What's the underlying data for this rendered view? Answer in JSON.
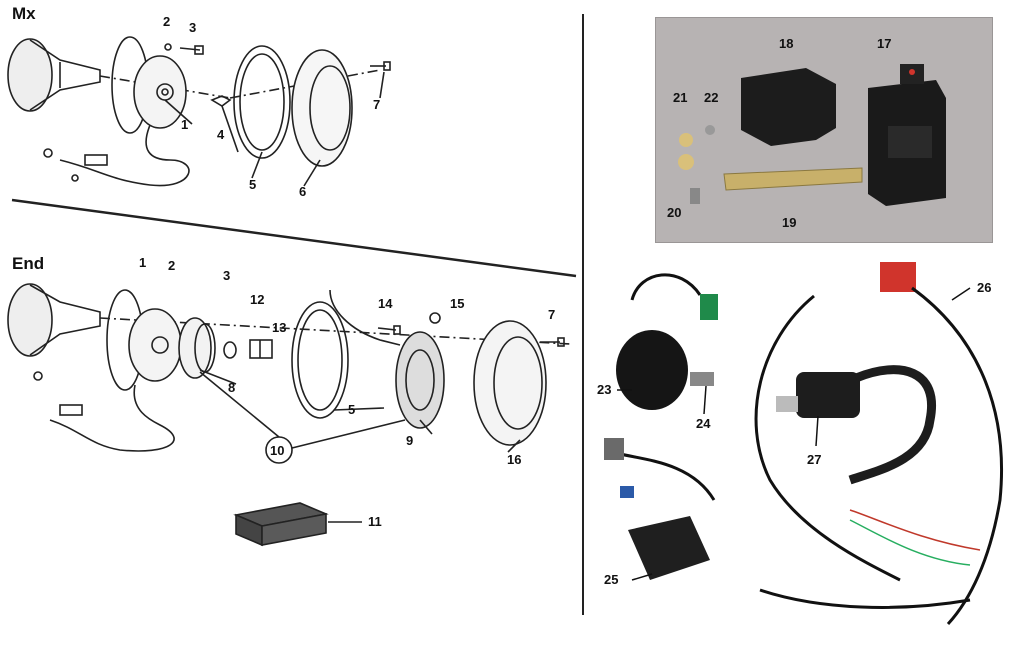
{
  "sections": {
    "top": "Mx",
    "bottom": "End"
  },
  "callouts": {
    "mx": [
      "2",
      "3",
      "1",
      "4",
      "5",
      "6",
      "7"
    ],
    "end": [
      "1",
      "2",
      "3",
      "12",
      "13",
      "14",
      "15",
      "7",
      "8",
      "5",
      "9",
      "16",
      "10",
      "11"
    ],
    "photo_kit": [
      "18",
      "17",
      "21",
      "22",
      "20",
      "19"
    ],
    "right": [
      "23",
      "24",
      "26",
      "27",
      "25"
    ]
  },
  "colors": {
    "line": "#222222",
    "photo_bg": "#b7b3b3",
    "dark_part": "#1c1c1c",
    "connector_green": "#1f8a4a",
    "connector_red": "#d0342c"
  }
}
